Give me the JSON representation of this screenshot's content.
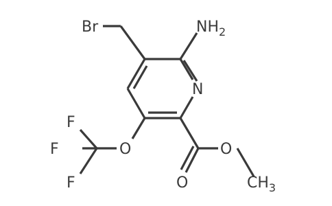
{
  "molecule": {
    "atoms": {
      "br": "Br",
      "nh2_main": "NH",
      "nh2_sub": "2",
      "n_ring": "N",
      "o_ether": "O",
      "f_top": "F",
      "f_left": "F",
      "f_bottom": "F",
      "o_ester": "O",
      "o_carbonyl": "O",
      "ch3_main": "CH",
      "ch3_sub": "3"
    }
  }
}
